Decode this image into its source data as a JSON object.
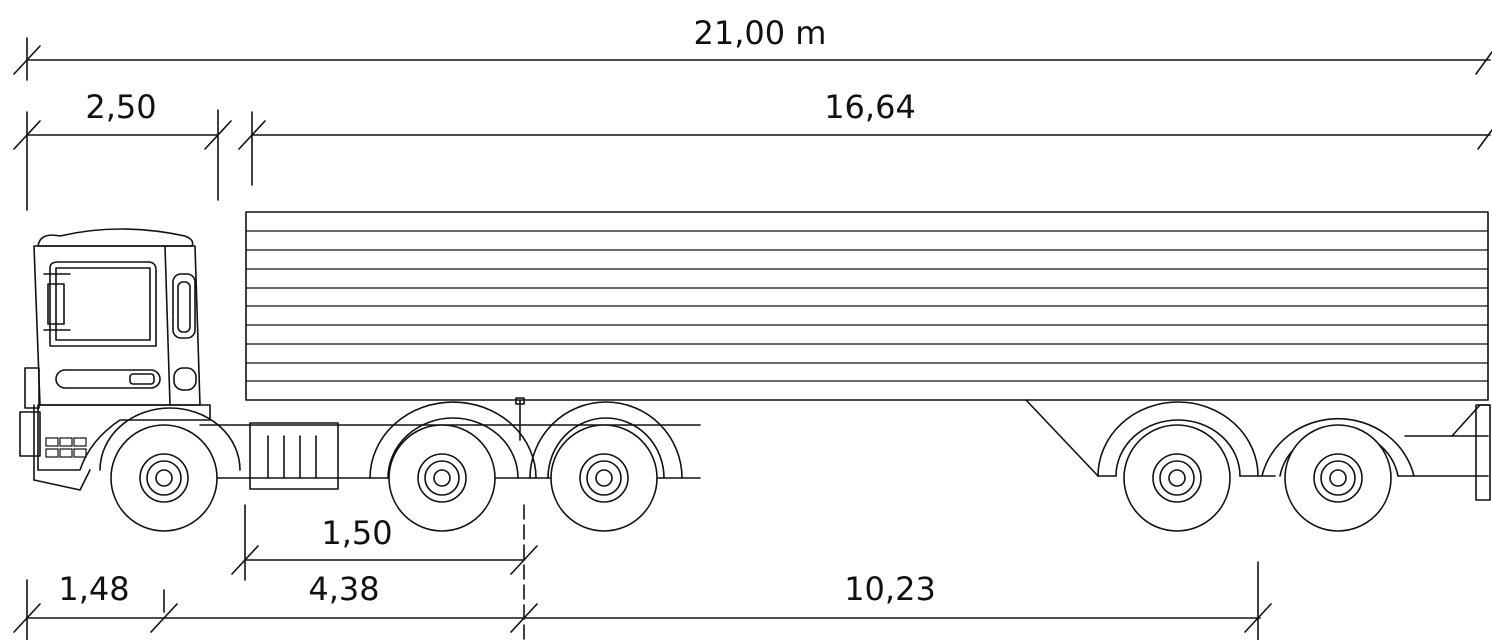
{
  "diagram": {
    "line_color": "#111111",
    "background": "#ffffff",
    "dimensions": {
      "overall_length": "21,00  m",
      "cab_length": "2,50",
      "trailer_length": "16,64",
      "tandem_spacing": "1,50",
      "front_overhang": "1,48",
      "wheelbase": "4,38",
      "kingpin_to_trailer_axles": "10,23"
    }
  }
}
